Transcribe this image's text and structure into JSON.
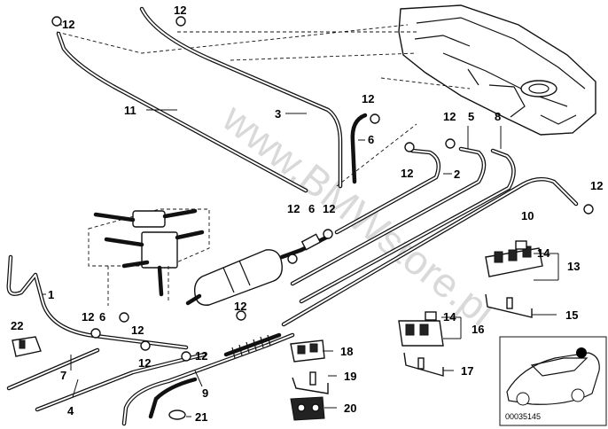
{
  "watermark": "www.BMWstore.pl",
  "diagram_code": "00035145",
  "callouts": {
    "c12_top_left": "12",
    "c12_top_mid": "12",
    "c11": "11",
    "c3": "3",
    "c12_above6": "12",
    "c6_upper": "6",
    "c12_tee": "12",
    "c12_right_a": "12",
    "c5": "5",
    "c8": "8",
    "c2": "2",
    "c12_far_right": "12",
    "c10": "10",
    "c12_mid_a": "12",
    "c6_mid": "6",
    "c12_mid_b": "12",
    "c14_upper": "14",
    "c13": "13",
    "c1": "1",
    "c15": "15",
    "c12_filter": "12",
    "c22": "22",
    "c12_left": "12",
    "c6_left": "6",
    "c12_left_b": "12",
    "c14_lower": "14",
    "c16": "16",
    "c7": "7",
    "c12_low_a": "12",
    "c12_low_b": "12",
    "c18": "18",
    "c17": "17",
    "c19": "19",
    "c9": "9",
    "c4": "4",
    "c20": "20",
    "c21": "21"
  }
}
